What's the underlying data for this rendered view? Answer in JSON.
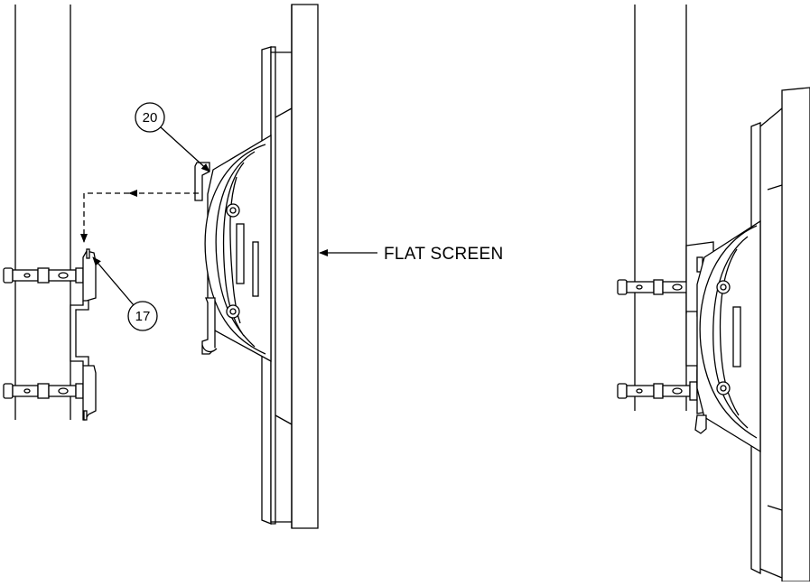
{
  "figure": {
    "left_view": {
      "callouts": [
        {
          "id": "callout-20",
          "number": "20"
        },
        {
          "id": "callout-17",
          "number": "17"
        }
      ],
      "label": "FLAT SCREEN"
    },
    "right_view": {}
  },
  "colors": {
    "line": "#000000",
    "background": "#ffffff"
  }
}
